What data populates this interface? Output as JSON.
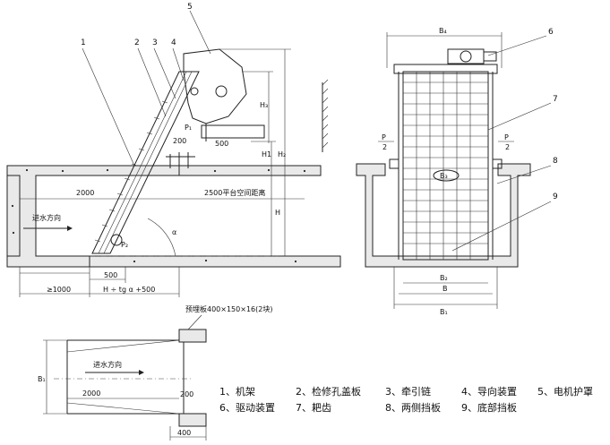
{
  "callouts": {
    "c1": "1",
    "c2": "2",
    "c3": "3",
    "c4": "4",
    "c5": "5",
    "c6": "6",
    "c7": "7",
    "c8": "8",
    "c9": "9"
  },
  "side_view": {
    "dim_2000": "2000",
    "dim_2500": "2500平台空间距离",
    "inflow": "进水方向",
    "dim_500_top": "500",
    "dim_200": "200",
    "dim_500_bottom": "500",
    "dim_1000": "≥1000",
    "formula": "H ÷ tg α +500",
    "p1": "P₁",
    "p2": "P₂",
    "alpha": "α",
    "h": "H",
    "h1": "H1",
    "h2": "H₂",
    "h3": "H₃"
  },
  "front_view": {
    "b4": "B₄",
    "b3": "B₃",
    "b2": "B₂",
    "b": "B",
    "b1": "B₁",
    "p_left": "P",
    "p_right": "P",
    "half_left": "2",
    "half_right": "2"
  },
  "plan_view": {
    "embed_plate": "预埋板400×150×16(2块)",
    "inflow": "进水方向",
    "b1": "B₁",
    "dim_2000": "2000",
    "dim_200": "200",
    "dim_400": "400"
  },
  "legend": [
    [
      "1、机架",
      "2、检修孔盖板",
      "3、牵引链",
      "4、导向装置",
      "5、电机护罩"
    ],
    [
      "6、驱动装置",
      "7、耙齿",
      "8、两侧挡板",
      "9、底部挡板"
    ]
  ]
}
